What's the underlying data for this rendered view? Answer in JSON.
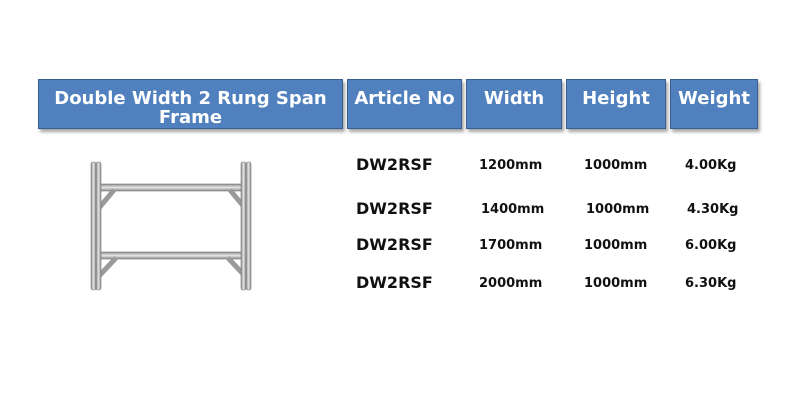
{
  "headers": {
    "frame": "Double Width 2 Rung Span Frame",
    "article": "Article No",
    "width": "Width",
    "height": "Height",
    "weight": "Weight"
  },
  "rows": [
    {
      "article": "DW2RSF",
      "width": "1200mm",
      "height": "1000mm",
      "weight": "4.00Kg"
    },
    {
      "article": "DW2RSF",
      "width": "1400mm",
      "height": "1000mm",
      "weight": "4.30Kg"
    },
    {
      "article": "DW2RSF",
      "width": "1700mm",
      "height": "1000mm",
      "weight": "6.00Kg"
    },
    {
      "article": "DW2RSF",
      "width": "2000mm",
      "height": "1000mm",
      "weight": "6.30Kg"
    }
  ],
  "colors": {
    "header_bg": "#5080bd",
    "header_text": "#ffffff"
  },
  "image": {
    "icon": "scaffold-frame-icon"
  }
}
